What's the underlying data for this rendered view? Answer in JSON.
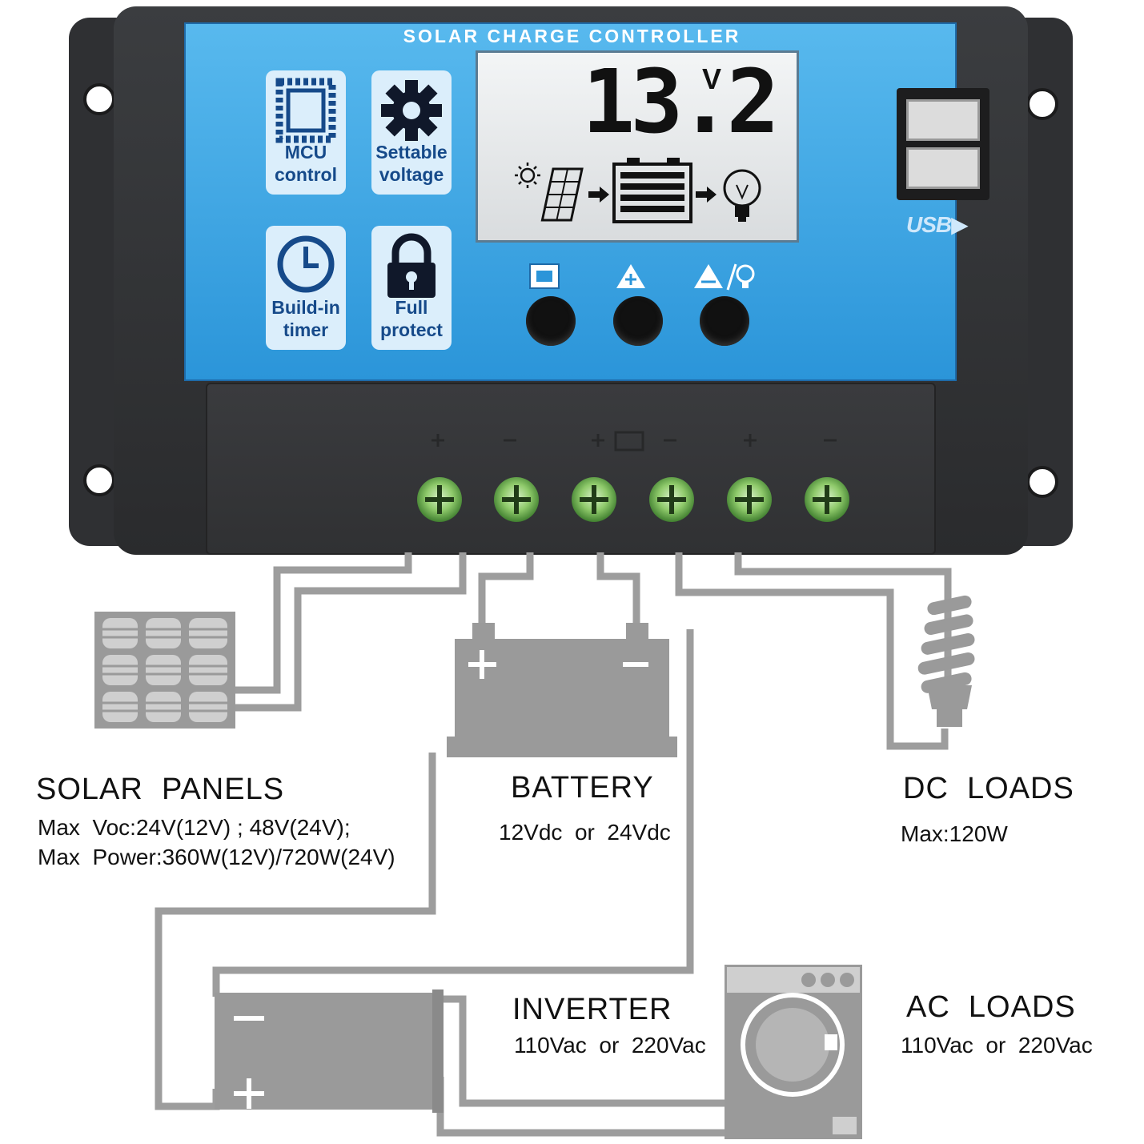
{
  "controller": {
    "title": "SOLAR CHARGE CONTROLLER",
    "features": [
      {
        "icon": "chip-icon",
        "line1": "MCU",
        "line2": "control"
      },
      {
        "icon": "gear-icon",
        "line1": "Settable",
        "line2": "voltage"
      },
      {
        "icon": "clock-icon",
        "line1": "Build-in",
        "line2": "timer"
      },
      {
        "icon": "lock-icon",
        "line1": "Full",
        "line2": "protect"
      }
    ],
    "lcd": {
      "reading": "13.2",
      "unit": "V"
    },
    "buttons": [
      {
        "icon": "menu-icon"
      },
      {
        "icon": "up-icon"
      },
      {
        "icon": "up-load-icon"
      }
    ],
    "usb_label": "USB",
    "terminal_count": 6,
    "colors": {
      "panel": "#3aa2e3",
      "housing": "#2f3033",
      "screw": "#8fca6b"
    }
  },
  "wiring": {
    "solar": {
      "title": "SOLAR  PANELS",
      "spec1": "Max  Voc:24V(12V) ; 48V(24V);",
      "spec2": "Max  Power:360W(12V)/720W(24V)"
    },
    "battery": {
      "title": "BATTERY",
      "spec": "12Vdc  or  24Vdc"
    },
    "dc_loads": {
      "title": "DC  LOADS",
      "spec": "Max:120W"
    },
    "inverter": {
      "title": "INVERTER",
      "spec": "110Vac  or  220Vac"
    },
    "ac_loads": {
      "title": "AC  LOADS",
      "spec": "110Vac  or  220Vac"
    },
    "colors": {
      "wire": "#9d9d9d",
      "component": "#9a9a9a"
    }
  }
}
